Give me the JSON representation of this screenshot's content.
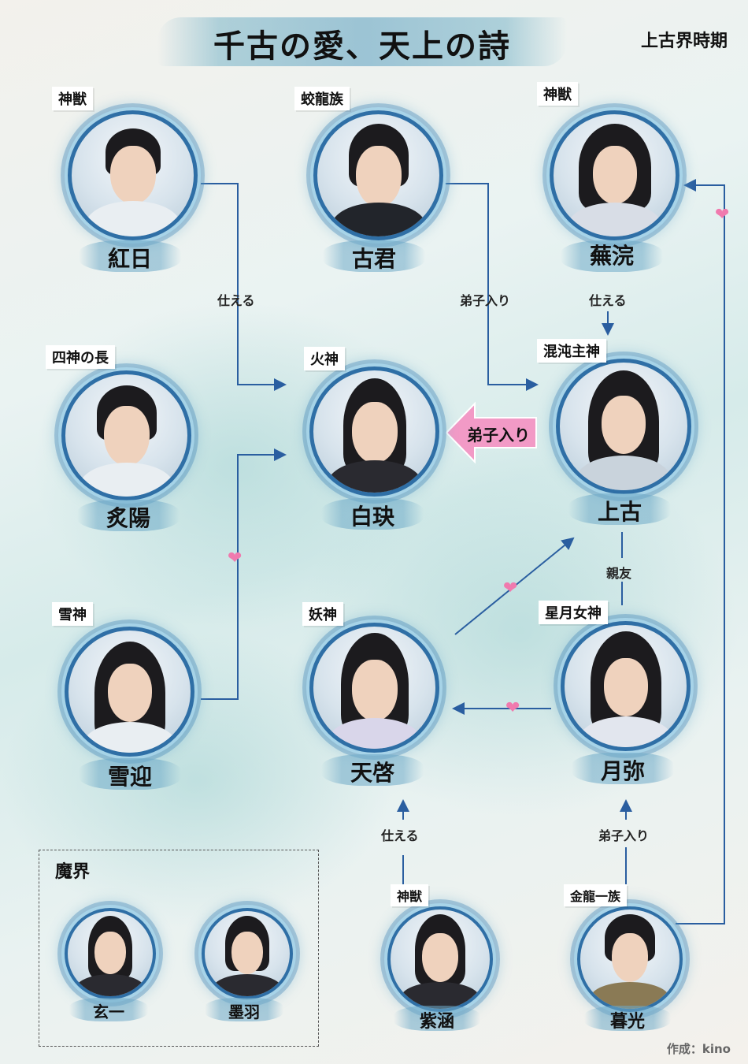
{
  "title": "千古の愛、天上の詩",
  "era": "上古界時期",
  "credit": "作成：kino",
  "makai_title": "魔界",
  "accent_color": "#2a5ea0",
  "heart_color": "#f07aae",
  "characters": {
    "kojitsu": {
      "name": "紅日",
      "tag": "神獣"
    },
    "kokun": {
      "name": "古君",
      "tag": "蛟龍族"
    },
    "engan": {
      "name": "蕪浣",
      "tag": "神獣"
    },
    "kyuyo": {
      "name": "炙陽",
      "tag": "四神の長"
    },
    "hakuketsu": {
      "name": "白玦",
      "tag": "火神"
    },
    "joko": {
      "name": "上古",
      "tag": "混沌主神"
    },
    "setsugei": {
      "name": "雪迎",
      "tag": "雪神"
    },
    "tenkei": {
      "name": "天啓",
      "tag": "妖神"
    },
    "getsubi": {
      "name": "月弥",
      "tag": "星月女神"
    },
    "genichi": {
      "name": "玄一",
      "tag": ""
    },
    "bokuu": {
      "name": "墨羽",
      "tag": ""
    },
    "shikan": {
      "name": "紫涵",
      "tag": "神獣"
    },
    "boko": {
      "name": "暮光",
      "tag": "金龍一族"
    }
  },
  "relations": {
    "kojitsu_hakuketsu": "仕える",
    "kokun_joko": "弟子入り",
    "engan_joko": "仕える",
    "joko_hakuketsu": "弟子入り",
    "joko_getsubi": "親友",
    "shikan_tenkei": "仕える",
    "boko_getsubi": "弟子入り"
  }
}
